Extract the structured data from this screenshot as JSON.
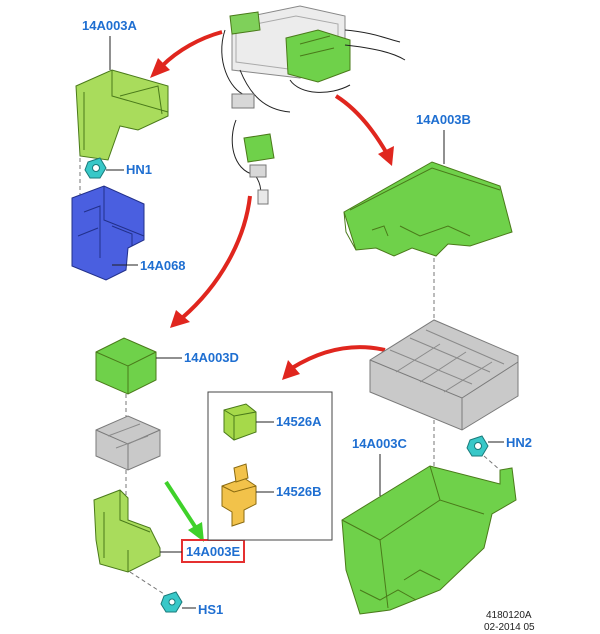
{
  "colors": {
    "label": "#1f6fd1",
    "green_part": "#6fd14a",
    "light_green_part": "#a9dc5c",
    "blue_part": "#4a5fe0",
    "gray_part": "#bdbdbd",
    "fuse_green": "#a6d94a",
    "fuse_amber": "#f2c24a",
    "clip_cyan": "#38c8c8",
    "red_arrow": "#e0261e",
    "green_arrow": "#3fd12a",
    "highlight": "#e53030"
  },
  "labels": {
    "part_14A003A": "14A003A",
    "part_HN1": "HN1",
    "part_14A068": "14A068",
    "part_14A003B": "14A003B",
    "part_14A003D": "14A003D",
    "part_14526A": "14526A",
    "part_14526B": "14526B",
    "part_14A003C": "14A003C",
    "part_HN2": "HN2",
    "part_14A003E": "14A003E",
    "part_HS1": "HS1"
  },
  "footer": {
    "ref_number": "4180120A",
    "date_code": "02-2014 05"
  }
}
